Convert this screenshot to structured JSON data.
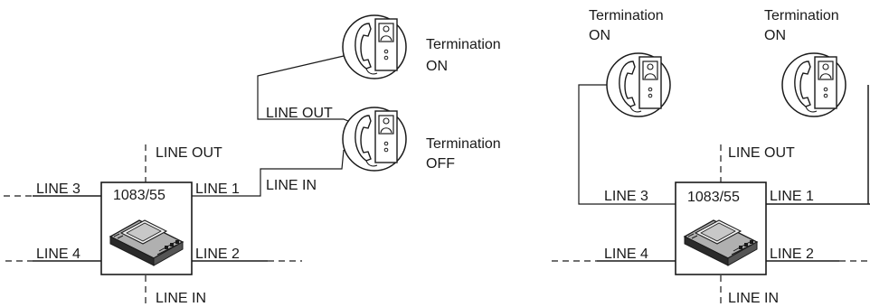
{
  "left": {
    "device_model": "1083/55",
    "line_out_top": "LINE OUT",
    "line_in_bottom": "LINE IN",
    "line_1": "LINE 1",
    "line_2": "LINE 2",
    "line_3": "LINE 3",
    "line_4": "LINE 4",
    "riser_line_out": "LINE OUT",
    "riser_line_in": "LINE IN",
    "upper_station": {
      "termination": "Termination",
      "state": "ON"
    },
    "lower_station": {
      "termination": "Termination",
      "state": "OFF"
    }
  },
  "right": {
    "device_model": "1083/55",
    "line_out_top": "LINE OUT",
    "line_in_bottom": "LINE IN",
    "line_1": "LINE 1",
    "line_2": "LINE 2",
    "line_3": "LINE 3",
    "line_4": "LINE 4",
    "station_a": {
      "termination": "Termination",
      "state": "ON"
    },
    "station_b": {
      "termination": "Termination",
      "state": "ON"
    }
  },
  "icons": {
    "station": "video-door-phone-icon",
    "module": "distributor-module-icon"
  }
}
